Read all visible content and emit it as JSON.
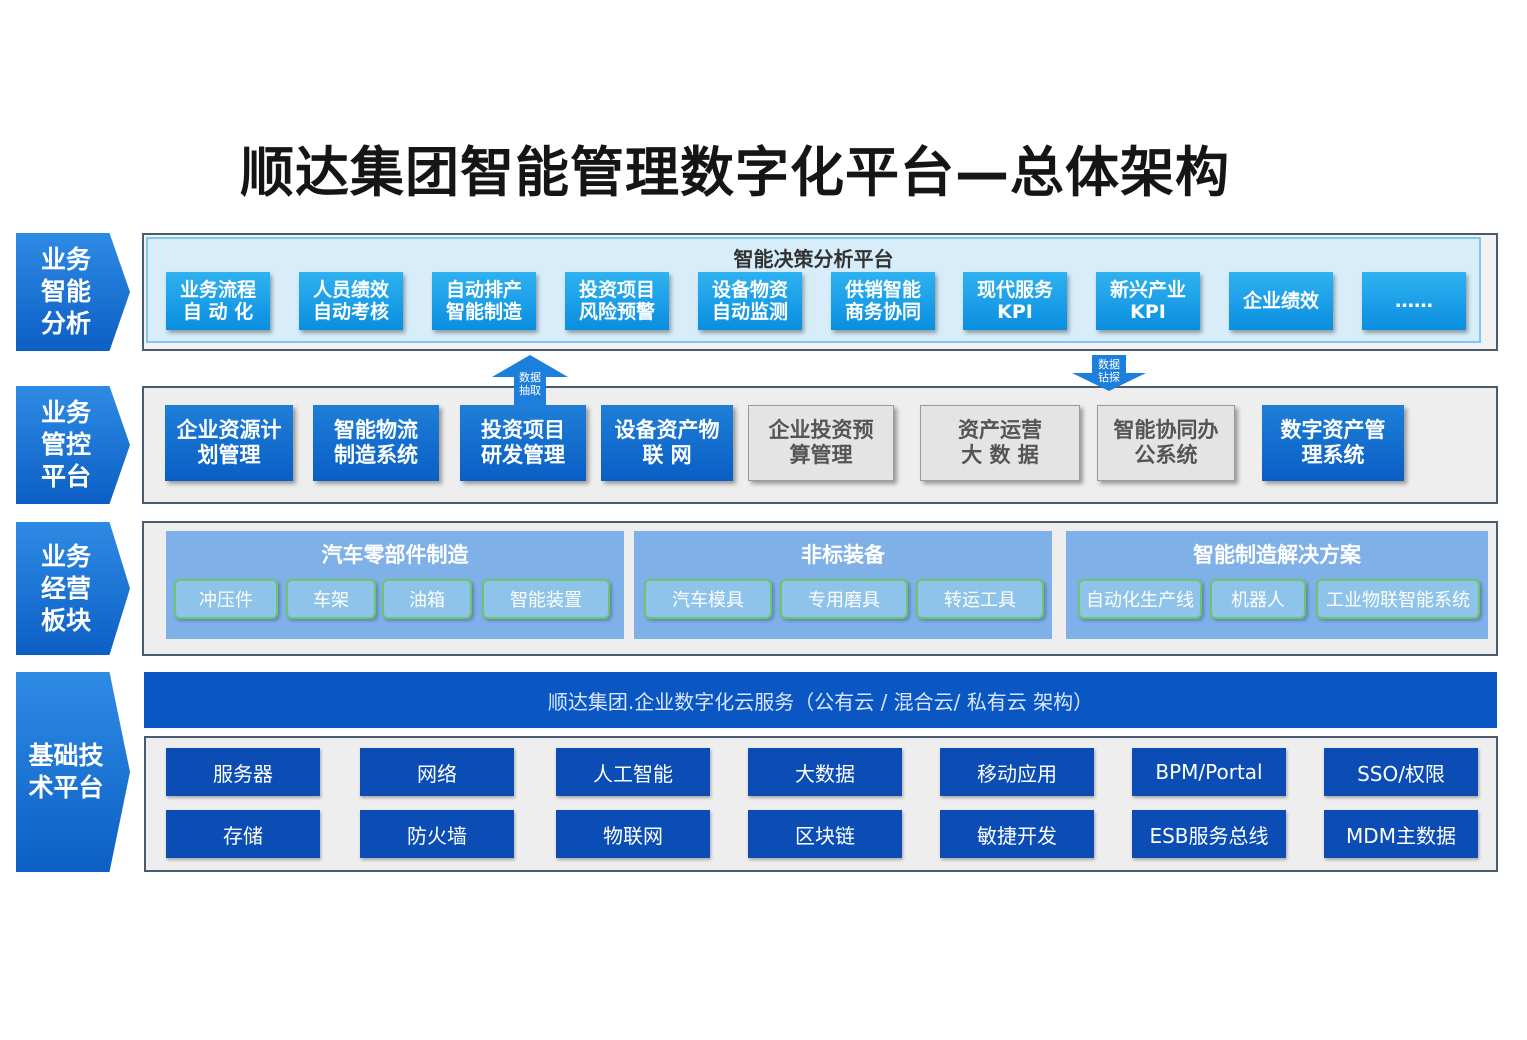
{
  "title": "顺达集团智能管理数字化平台—总体架构",
  "rows": {
    "analysis": {
      "label": "业务\n智能\n分析",
      "platform_title": "智能决策分析平台",
      "items": [
        "业务流程\n自 动 化",
        "人员绩效\n自动考核",
        "自动排产\n智能制造",
        "投资项目\n风险预警",
        "设备物资\n自动监测",
        "供销智能\n商务协同",
        "现代服务\nKPI",
        "新兴产业\nKPI",
        "企业绩效",
        "……"
      ]
    },
    "control": {
      "label": "业务\n管控\n平台",
      "items": [
        {
          "text": "企业资源计\n划管理",
          "style": "blue"
        },
        {
          "text": "智能物流\n制造系统",
          "style": "blue"
        },
        {
          "text": "投资项目\n研发管理",
          "style": "blue"
        },
        {
          "text": "设备资产物\n联 网",
          "style": "blue"
        },
        {
          "text": "企业投资预\n算管理",
          "style": "gray"
        },
        {
          "text": "资产运营\n大 数 据",
          "style": "gray"
        },
        {
          "text": "智能协同办\n公系统",
          "style": "gray"
        },
        {
          "text": "数字资产管\n理系统",
          "style": "blue"
        }
      ],
      "arrow_up_label": "数据\n抽取",
      "arrow_down_label": "数据\n钻探"
    },
    "business": {
      "label": "业务\n经营\n板块",
      "segments": [
        {
          "title": "汽车零部件制造",
          "items": [
            "冲压件",
            "车架",
            "油箱",
            "智能装置"
          ]
        },
        {
          "title": "非标装备",
          "items": [
            "汽车模具",
            "专用磨具",
            "转运工具"
          ]
        },
        {
          "title": "智能制造解决方案",
          "items": [
            "自动化生产线",
            "机器人",
            "工业物联智能系统"
          ]
        }
      ]
    },
    "tech": {
      "label": "基础技\n术平台",
      "cloud": "顺达集团.企业数字化云服务（公有云 / 混合云/ 私有云 架构）",
      "row1": [
        "服务器",
        "网络",
        "人工智能",
        "大数据",
        "移动应用",
        "BPM/Portal",
        "SSO/权限"
      ],
      "row2": [
        "存储",
        "防火墙",
        "物联网",
        "区块链",
        "敏捷开发",
        "ESB服务总线",
        "MDM主数据"
      ]
    }
  },
  "colors": {
    "label_blue": "#0c5fc4",
    "cyan": "#0a8ee0",
    "dark_blue": "#0b4db5",
    "segment_blue": "#7fb0e8",
    "pill_border": "#6cc66c"
  }
}
